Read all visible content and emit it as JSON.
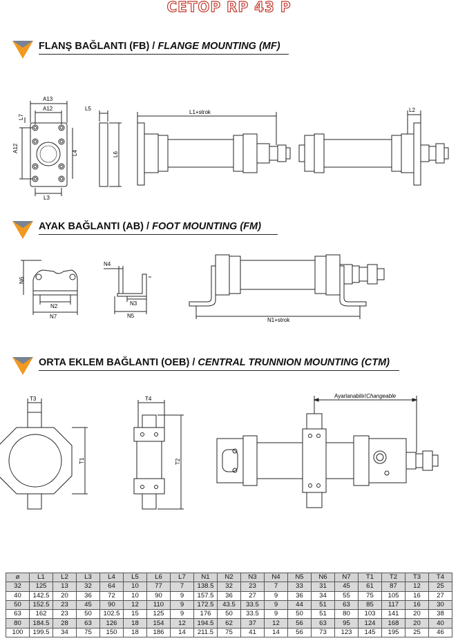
{
  "page_title": "CETOP RP 43 P",
  "sections": {
    "flange": {
      "tr": "FLANŞ BAĞLANTI (FB)",
      "sep": " / ",
      "en": "FLANGE MOUNTING (MF)"
    },
    "foot": {
      "tr": "AYAK BAĞLANTI (AB)",
      "sep": " / ",
      "en": "FOOT MOUNTING (FM)"
    },
    "trunnion": {
      "tr": "ORTA EKLEM BAĞLANTI  (OEB)",
      "sep": " / ",
      "en": "CENTRAL TRUNNION MOUNTING (CTM)"
    }
  },
  "dims": {
    "a13": "A13",
    "a12": "A12",
    "a12v": "A12",
    "l7": "L7",
    "l4": "L4",
    "l3": "L3",
    "l5": "L5",
    "l6": "L6",
    "l1": "L1+strok",
    "l2": "L2",
    "n6": "N6",
    "n2": "N2",
    "n7": "N7",
    "n4": "N4",
    "n3": "N3",
    "n5": "N5",
    "n1": "N1+strok",
    "t3": "T3",
    "t1": "T1",
    "t4": "T4",
    "t2": "T2",
    "adj": "Ayarlanabilir/",
    "adj_en": "Changeable"
  },
  "table": {
    "headers": [
      "ø",
      "L1",
      "L2",
      "L3",
      "L4",
      "L5",
      "L6",
      "L7",
      "N1",
      "N2",
      "N3",
      "N4",
      "N5",
      "N6",
      "N7",
      "T1",
      "T2",
      "T3",
      "T4"
    ],
    "rows": [
      [
        "32",
        "125",
        "13",
        "32",
        "64",
        "10",
        "77",
        "7",
        "138.5",
        "32",
        "23",
        "7",
        "33",
        "31",
        "45",
        "61",
        "87",
        "12",
        "25"
      ],
      [
        "40",
        "142.5",
        "20",
        "36",
        "72",
        "10",
        "90",
        "9",
        "157.5",
        "36",
        "27",
        "9",
        "36",
        "34",
        "55",
        "75",
        "105",
        "16",
        "27"
      ],
      [
        "50",
        "152.5",
        "23",
        "45",
        "90",
        "12",
        "110",
        "9",
        "172.5",
        "43.5",
        "33.5",
        "9",
        "44",
        "51",
        "63",
        "85",
        "117",
        "16",
        "30"
      ],
      [
        "63",
        "162",
        "23",
        "50",
        "102.5",
        "15",
        "125",
        "9",
        "176",
        "50",
        "33.5",
        "9",
        "50",
        "51",
        "80",
        "103",
        "141",
        "20",
        "38"
      ],
      [
        "80",
        "184.5",
        "28",
        "63",
        "126",
        "18",
        "154",
        "12",
        "194.5",
        "62",
        "37",
        "12",
        "56",
        "63",
        "95",
        "124",
        "168",
        "20",
        "40"
      ],
      [
        "100",
        "199.5",
        "34",
        "75",
        "150",
        "18",
        "186",
        "14",
        "211.5",
        "75",
        "41",
        "14",
        "56",
        "73",
        "123",
        "145",
        "195",
        "25",
        "46"
      ]
    ]
  }
}
